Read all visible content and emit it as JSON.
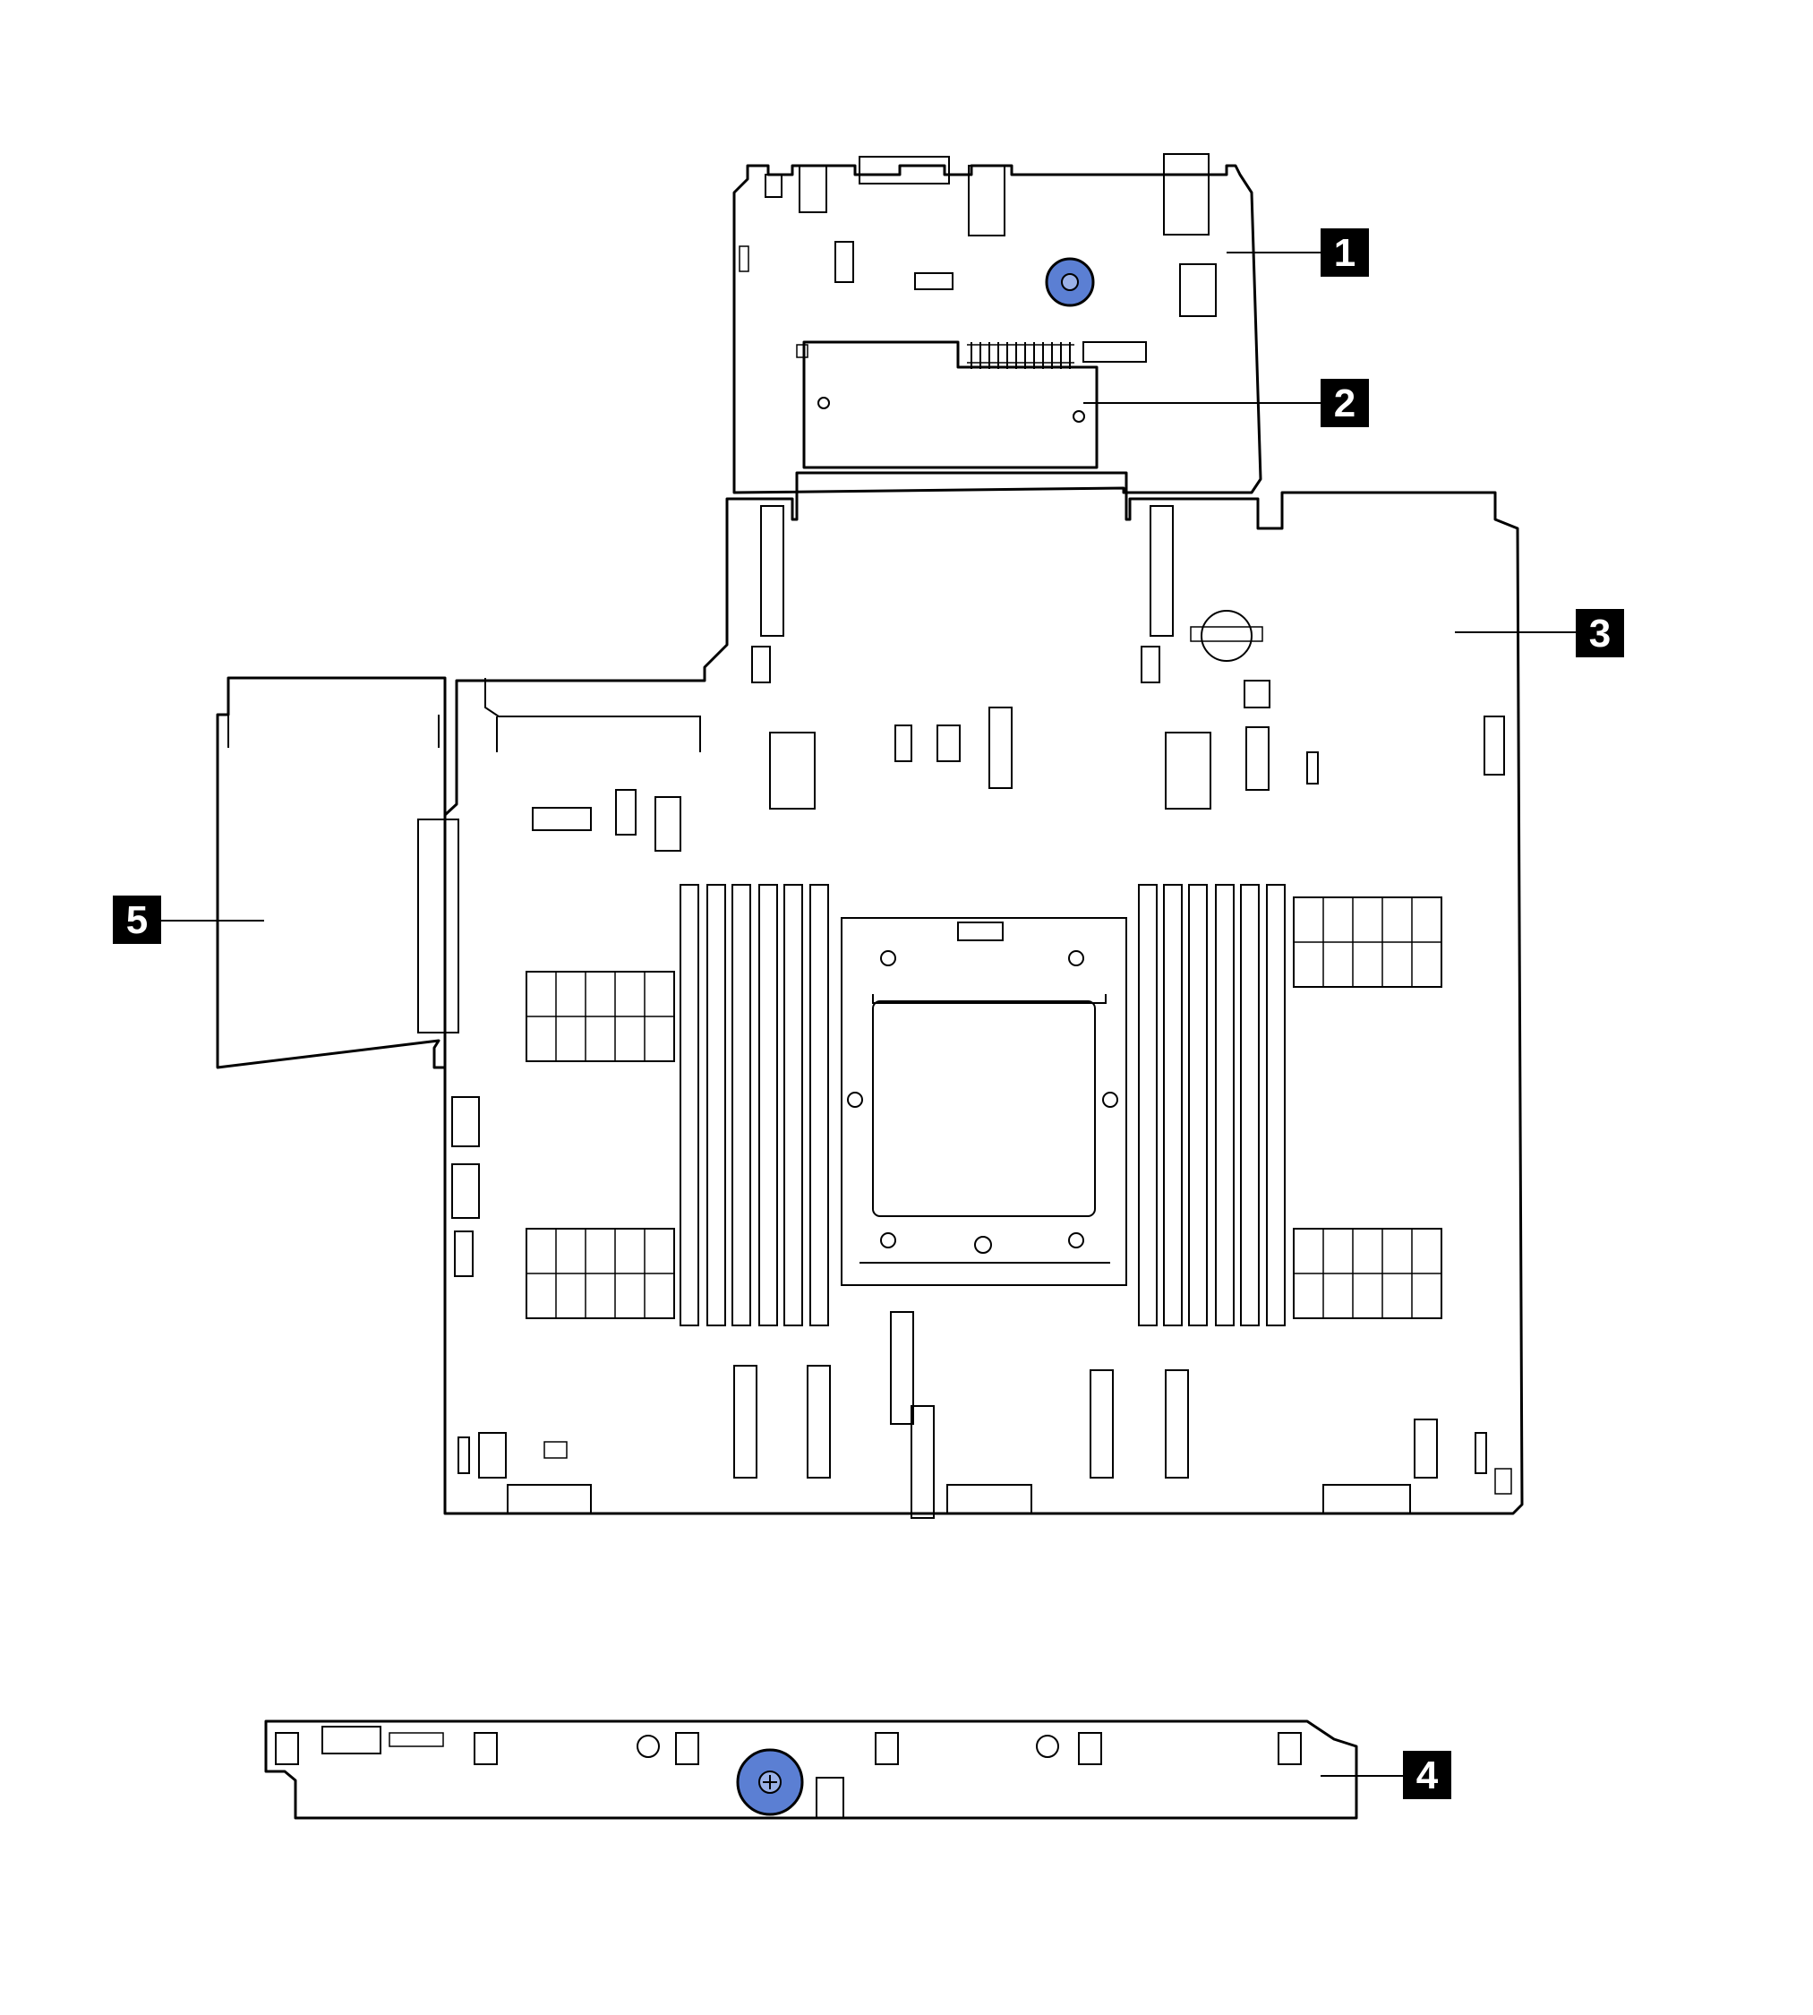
{
  "colors": {
    "line": "#000000",
    "callout_bg": "#000000",
    "callout_text": "#ffffff",
    "accent_blue": "#5b7fd3"
  },
  "callouts": [
    {
      "label": "1"
    },
    {
      "label": "2"
    },
    {
      "label": "3"
    },
    {
      "label": "4"
    },
    {
      "label": "5"
    }
  ]
}
